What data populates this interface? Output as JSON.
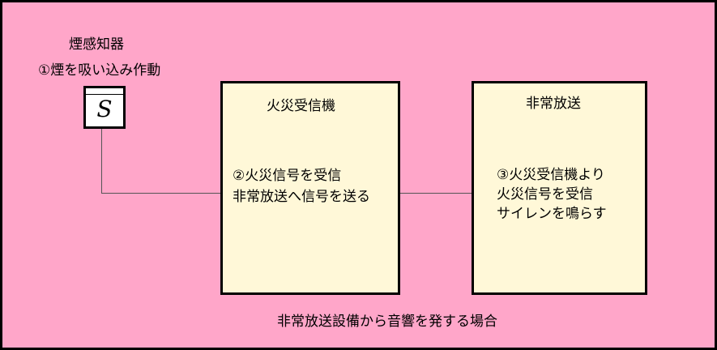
{
  "detector": {
    "title": "煙感知器",
    "step": "①煙を吸い込み作動",
    "symbol": "S"
  },
  "receiver": {
    "title": "火災受信機",
    "line1": "②火災信号を受信",
    "line2": "非常放送へ信号を送る"
  },
  "broadcast": {
    "title": "非常放送",
    "line1": "③火災受信機より",
    "line2": "火災信号を受信",
    "line3": "サイレンを鳴らす"
  },
  "caption": "非常放送設備から音響を発する場合",
  "colors": {
    "background": "#FFA6C9",
    "box_fill": "#FFF8D8",
    "border": "#000000"
  }
}
